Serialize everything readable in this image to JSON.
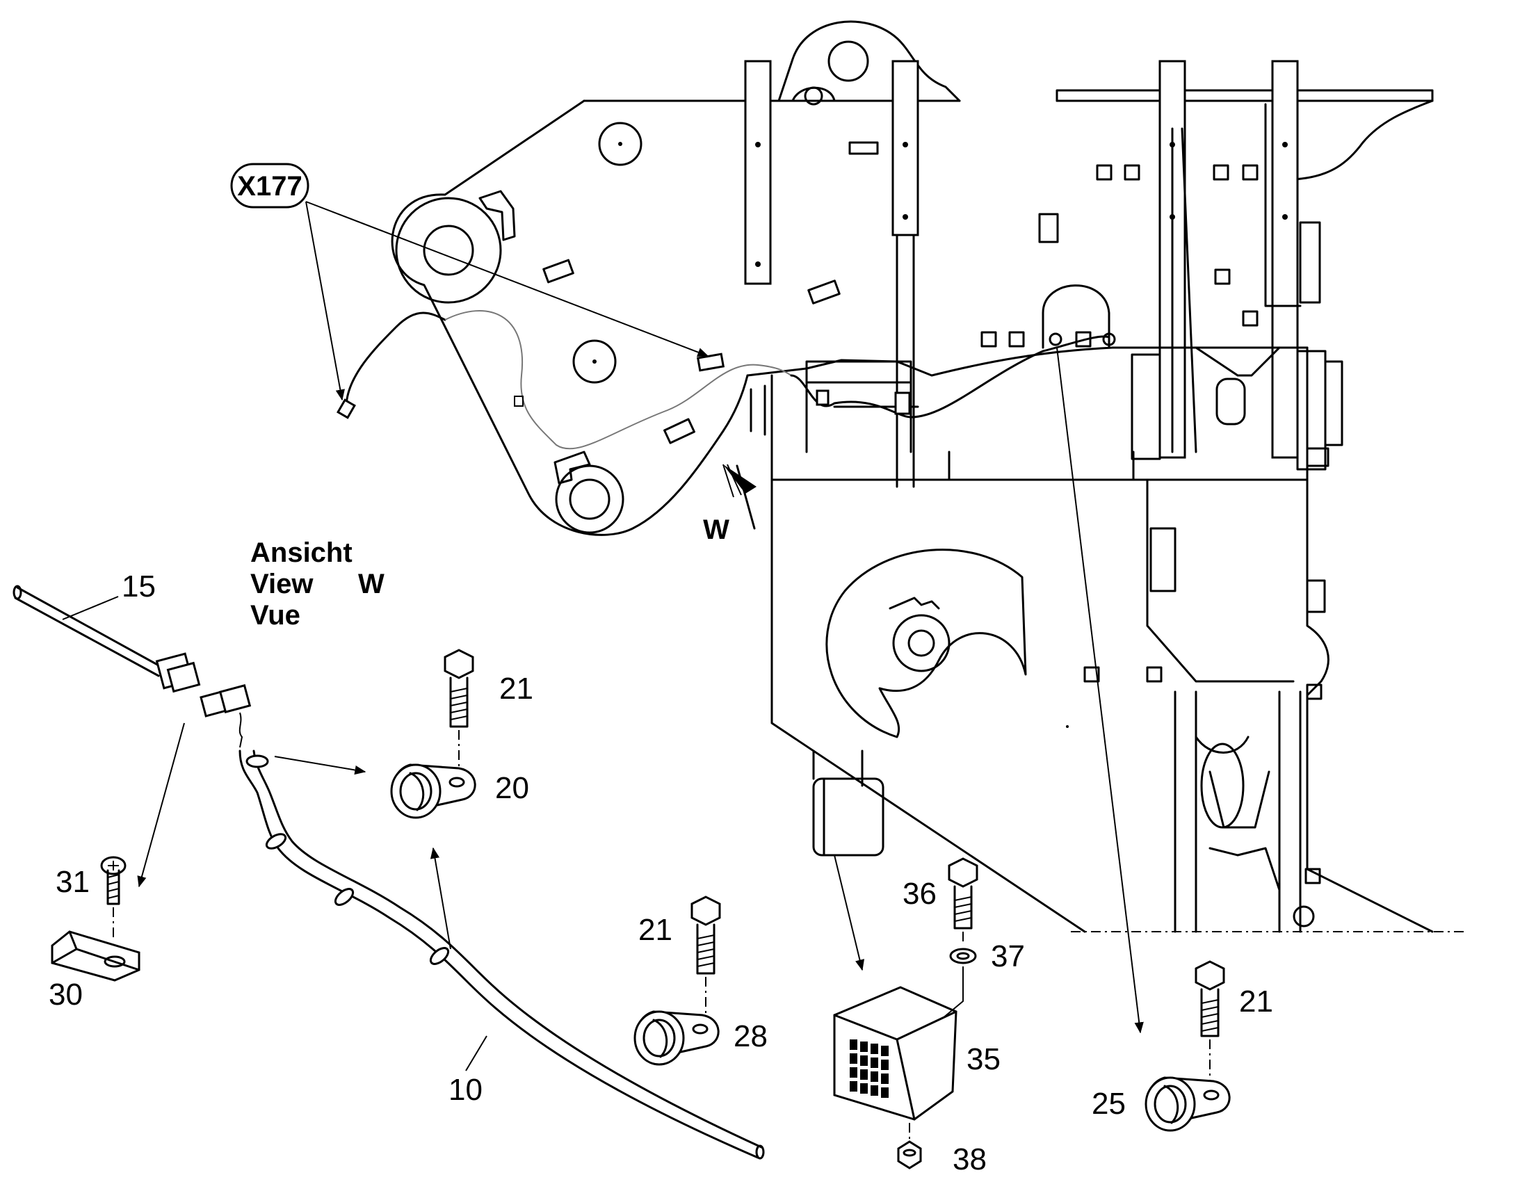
{
  "callout": {
    "connector_id": "X177"
  },
  "view_label": {
    "lines": [
      "Ansicht",
      "View",
      "Vue"
    ],
    "letter": "W"
  },
  "view_arrow_letter": "W",
  "parts": [
    {
      "id": "p15",
      "number": "15"
    },
    {
      "id": "p21a",
      "number": "21"
    },
    {
      "id": "p20",
      "number": "20"
    },
    {
      "id": "p31",
      "number": "31"
    },
    {
      "id": "p30",
      "number": "30"
    },
    {
      "id": "p10",
      "number": "10"
    },
    {
      "id": "p21b",
      "number": "21"
    },
    {
      "id": "p28",
      "number": "28"
    },
    {
      "id": "p36",
      "number": "36"
    },
    {
      "id": "p37",
      "number": "37"
    },
    {
      "id": "p35",
      "number": "35"
    },
    {
      "id": "p38",
      "number": "38"
    },
    {
      "id": "p21c",
      "number": "21"
    },
    {
      "id": "p25",
      "number": "25"
    }
  ]
}
